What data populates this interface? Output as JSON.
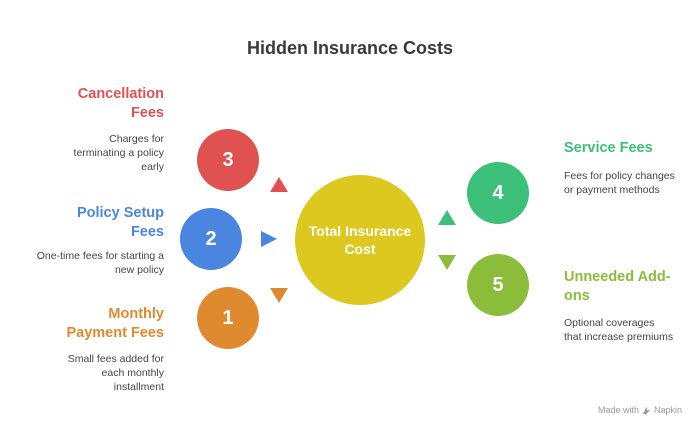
{
  "title": "Hidden Insurance Costs",
  "center": {
    "label": "Total Insurance Cost",
    "color": "#dcc81f"
  },
  "items": [
    {
      "number": "3",
      "heading": "Cancellation Fees",
      "description": "Charges for terminating a policy early",
      "color": "#e05252"
    },
    {
      "number": "2",
      "heading": "Policy Setup Fees",
      "description": "One-time fees for starting a new policy",
      "color": "#4a86e0"
    },
    {
      "number": "1",
      "heading": "Monthly Payment Fees",
      "description": "Small fees added for each monthly installment",
      "color": "#e08a30"
    },
    {
      "number": "4",
      "heading": "Service Fees",
      "description": "Fees for policy changes or payment methods",
      "color": "#3cbf78"
    },
    {
      "number": "5",
      "heading": "Unneeded Add-ons",
      "description": "Optional coverages that increase premiums",
      "color": "#8cbd3a"
    }
  ],
  "footer": {
    "made_with": "Made with",
    "brand": "Napkin"
  }
}
